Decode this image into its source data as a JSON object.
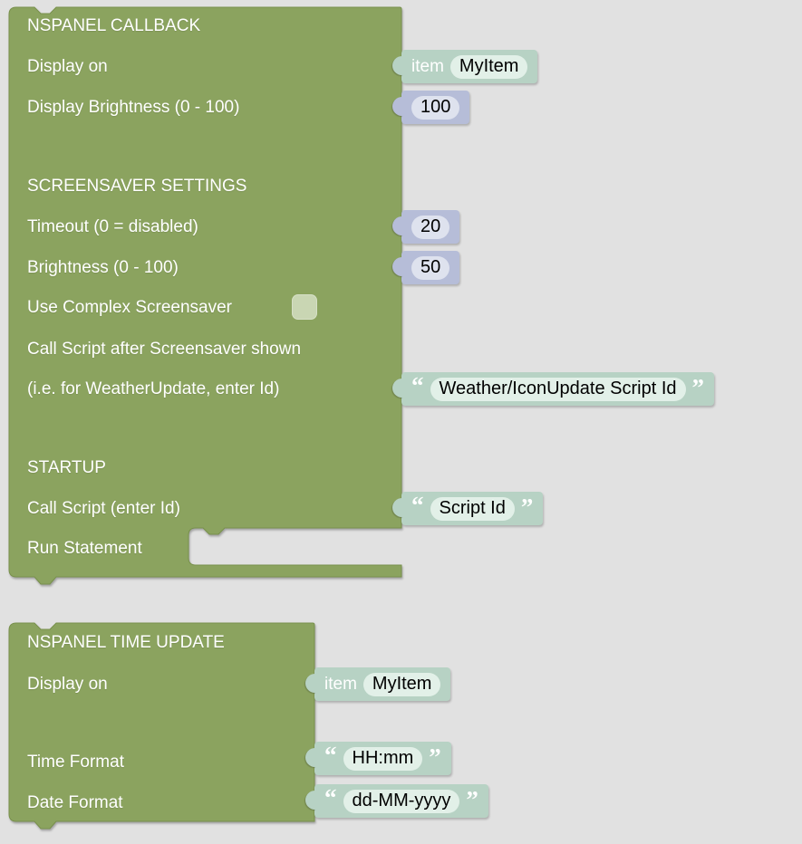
{
  "colors": {
    "background": "#e1e1e1",
    "block_green": "#8ba35f",
    "block_green_border": "#78904c",
    "shadow_teal": "#b7d2c4",
    "shadow_teal_field": "#e2f0e8",
    "shadow_lavender": "#b6bdd8",
    "shadow_lavender_field": "#dee2ee",
    "label_text": "#ffffff",
    "field_text": "#000000",
    "checkbox_fill": "#c9d6b3"
  },
  "quotes": {
    "open": "“",
    "close": "”"
  },
  "callback_block": {
    "title": "NSPANEL CALLBACK",
    "display_on": {
      "label": "Display on",
      "prefix": "item",
      "value": "MyItem"
    },
    "display_brightness": {
      "label": "Display Brightness (0 - 100)",
      "value": "100"
    },
    "screensaver_heading": "SCREENSAVER SETTINGS",
    "timeout": {
      "label": "Timeout (0 = disabled)",
      "value": "20"
    },
    "brightness": {
      "label": "Brightness (0 - 100)",
      "value": "50"
    },
    "use_complex_screensaver": {
      "label": "Use Complex Screensaver",
      "checked": false
    },
    "call_script_after": {
      "label_line1": "Call Script after Screensaver shown",
      "label_line2": "(i.e. for WeatherUpdate, enter Id)",
      "value": "Weather/IconUpdate Script Id"
    },
    "startup_heading": "STARTUP",
    "call_script": {
      "label": "Call Script (enter Id)",
      "value": "Script Id"
    },
    "run_statement": {
      "label": "Run Statement",
      "value": ""
    }
  },
  "time_block": {
    "title": "NSPANEL TIME UPDATE",
    "display_on": {
      "label": "Display on",
      "prefix": "item",
      "value": "MyItem"
    },
    "time_format": {
      "label": "Time Format",
      "value": "HH:mm"
    },
    "date_format": {
      "label": "Date Format",
      "value": "dd-MM-yyyy"
    }
  }
}
